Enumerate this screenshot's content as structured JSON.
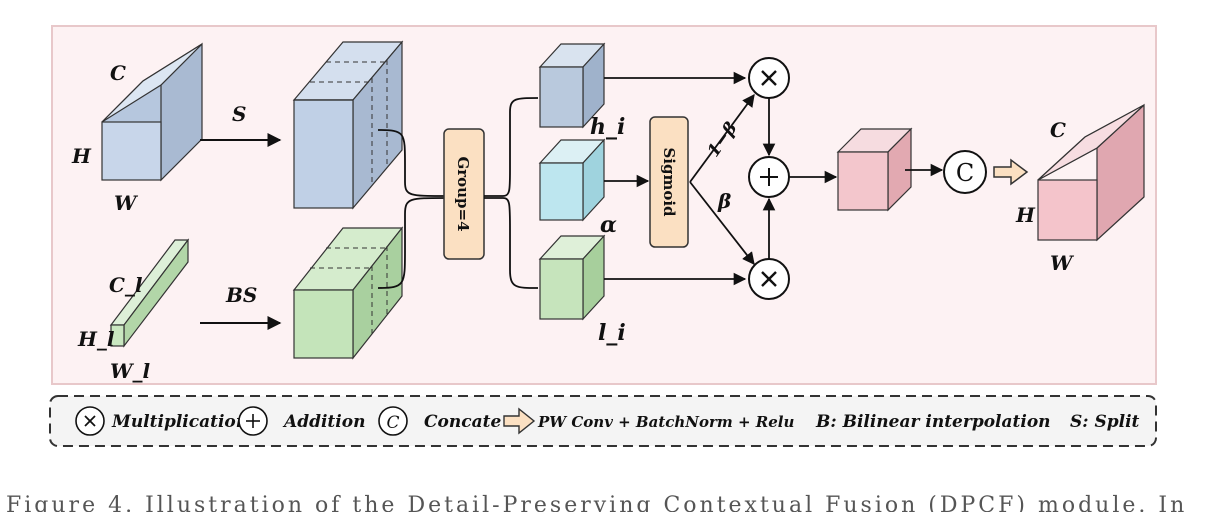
{
  "diagram": {
    "input_high": {
      "c": "C",
      "h": "H",
      "w": "W"
    },
    "input_low": {
      "c": "C_l",
      "h": "H_l",
      "w": "W_l"
    },
    "split_op": "S",
    "bs_op": "BS",
    "group_label": "Group=4",
    "sigmoid_label": "Sigmoid",
    "h_label": "h_i",
    "alpha_label": "α",
    "l_label": "l_i",
    "one_minus_beta": "1−β",
    "beta": "β",
    "concat_symbol": "C",
    "output": {
      "c": "C",
      "h": "H",
      "w": "W"
    },
    "legend": {
      "mult_label": "Multiplication",
      "add_label": "Addition",
      "concat_label": "Concate",
      "concat_symbol": "C",
      "pw_label": "PW Conv + BatchNorm + Relu",
      "b_key": "B",
      "b_desc": ": Bilinear interpolation",
      "s_key": "S",
      "s_desc": ": Split"
    }
  },
  "caption": "Figure 4. Illustration of the Detail-Preserving Contextual Fusion (DPCF) module. In"
}
